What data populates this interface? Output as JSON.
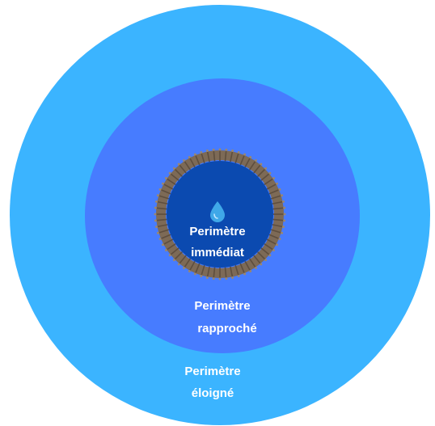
{
  "zones": {
    "outer": {
      "line1": "Perimètre",
      "line2": "éloigné",
      "color": "#3bb4ff"
    },
    "middle": {
      "line1": "Perimètre",
      "line2": "rapproché",
      "color": "#477cff"
    },
    "inner": {
      "line1": "Perimètre",
      "line2": "immédiat",
      "color": "#0b4ab0",
      "fence_color": "#7d6a56"
    }
  },
  "icons": {
    "center": "water-drop-icon"
  }
}
